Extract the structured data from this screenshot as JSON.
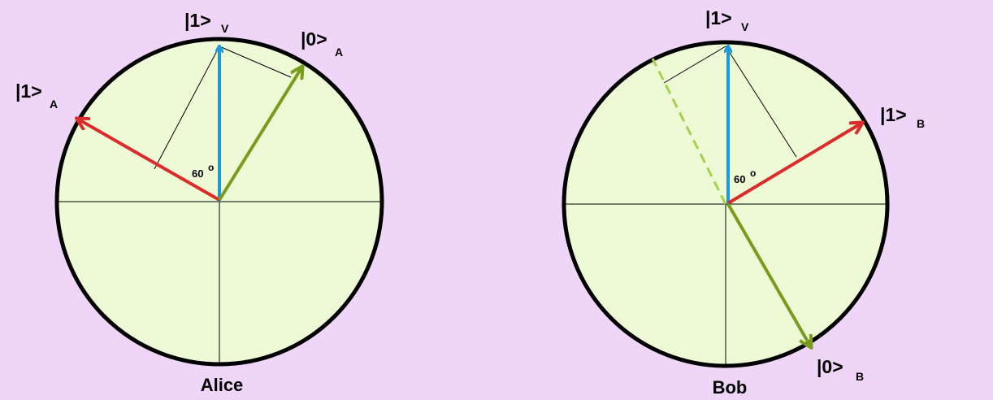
{
  "colors": {
    "background": "#efd6f8",
    "disc_fill": "#eefad6",
    "outline": "#000000",
    "vertical_vector": "#1c9ad8",
    "red_vector": "#dc2b2b",
    "green_vector": "#7a9c1c",
    "dashed_line": "#a3d24a"
  },
  "left": {
    "v1_main": "|1>",
    "v1_sub": "V",
    "a0_main": "|0>",
    "a0_sub": "A",
    "a1_main": "|1>",
    "a1_sub": "A",
    "angle_num": "60",
    "angle_deg": "o",
    "name": "Alice"
  },
  "right": {
    "v1_main": "|1>",
    "v1_sub": "V",
    "b1_main": "|1>",
    "b1_sub": "B",
    "b0_main": "|0>",
    "b0_sub": "B",
    "angle_num": "60",
    "angle_deg": "o",
    "name": "Bob"
  }
}
